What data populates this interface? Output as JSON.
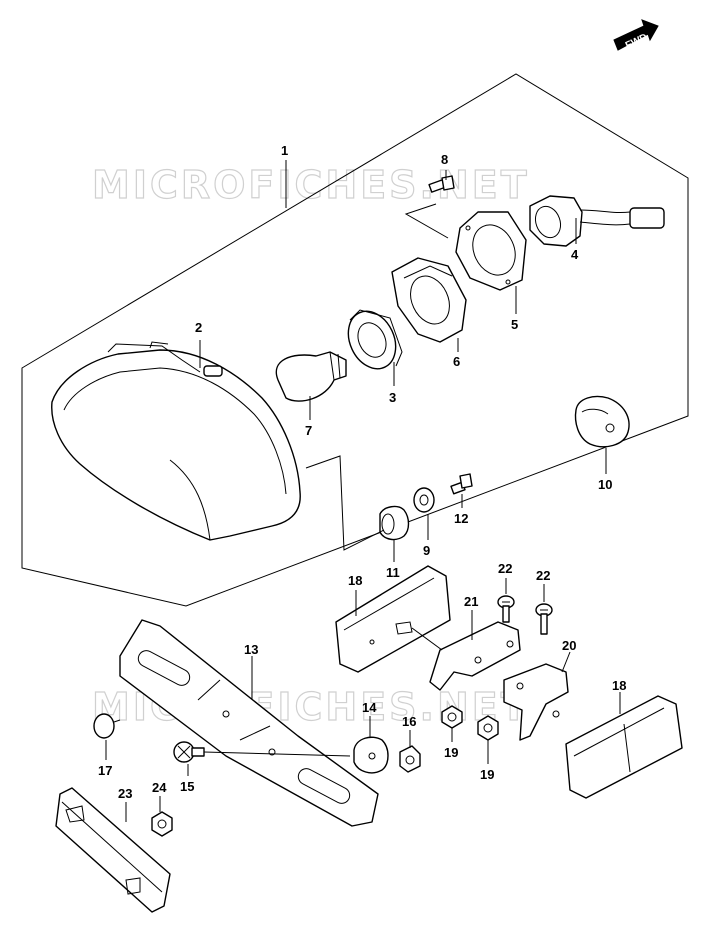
{
  "watermark": "MICROFICHES.NET",
  "direction_badge": "FWD",
  "callouts": [
    "1",
    "2",
    "3",
    "4",
    "5",
    "6",
    "7",
    "8",
    "9",
    "10",
    "11",
    "12",
    "13",
    "14",
    "15",
    "16",
    "17",
    "18",
    "18",
    "19",
    "19",
    "20",
    "21",
    "22",
    "22",
    "23",
    "24"
  ]
}
